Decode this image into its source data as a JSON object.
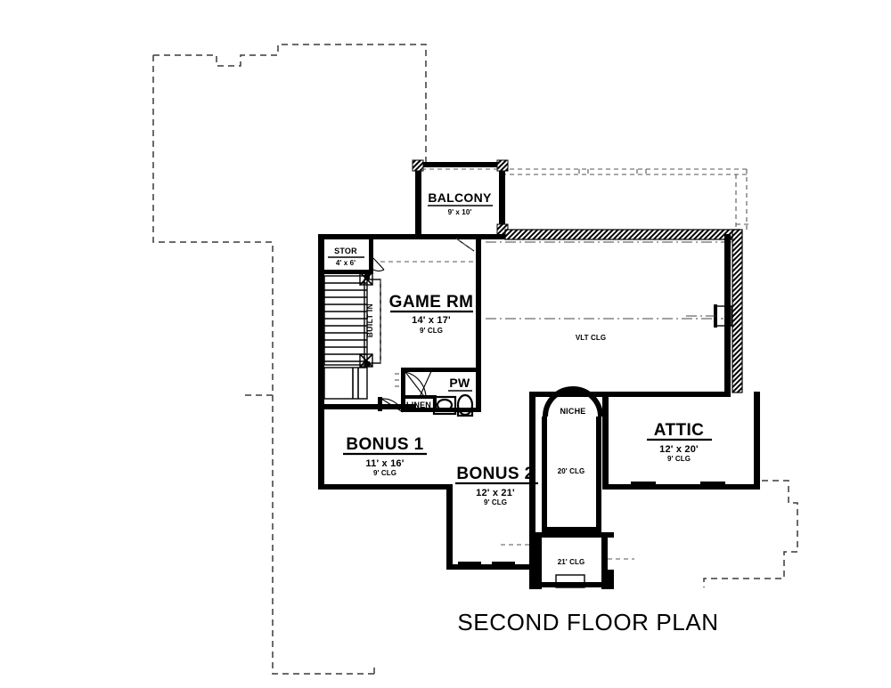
{
  "document": {
    "title": "SECOND FLOOR PLAN",
    "type": "architectural-floor-plan",
    "ink_color": "#000000",
    "background_color": "#ffffff",
    "ghost_line_color": "#3a3a3a"
  },
  "rooms": [
    {
      "key": "balcony",
      "name": "BALCONY",
      "dimensions": "9' x 10'",
      "ceiling": ""
    },
    {
      "key": "stor",
      "name": "STOR",
      "dimensions": "4' x 6'",
      "ceiling": ""
    },
    {
      "key": "game_rm",
      "name": "GAME RM",
      "dimensions": "14' x 17'",
      "ceiling": "9' CLG"
    },
    {
      "key": "bonus_1",
      "name": "BONUS 1",
      "dimensions": "11' x 16'",
      "ceiling": "9' CLG"
    },
    {
      "key": "bonus_2",
      "name": "BONUS 2",
      "dimensions": "12' x 21'",
      "ceiling": "9' CLG"
    },
    {
      "key": "attic",
      "name": "ATTIC",
      "dimensions": "12' x 20'",
      "ceiling": "9' CLG"
    },
    {
      "key": "pw",
      "name": "PW",
      "dimensions": "",
      "ceiling": ""
    }
  ],
  "annotations": {
    "vaulted_ceiling": "VLT CLG",
    "niche": "NICHE",
    "niche_ceiling": "20' CLG",
    "stair_ceiling": "21' CLG",
    "linen": "LINEN",
    "built_in": "BUILT IN"
  },
  "labels": {
    "balcony_name": "BALCONY",
    "balcony_dim": "9' x 10'",
    "stor_name": "STOR",
    "stor_dim": "4' x 6'",
    "game_name": "GAME RM",
    "game_dim": "14' x 17'",
    "game_clg": "9' CLG",
    "bonus1_name": "BONUS 1",
    "bonus1_dim": "11' x 16'",
    "bonus1_clg": "9' CLG",
    "bonus2_name": "BONUS 2",
    "bonus2_dim": "12' x 21'",
    "bonus2_clg": "9' CLG",
    "attic_name": "ATTIC",
    "attic_dim": "12' x 20'",
    "attic_clg": "9' CLG",
    "pw_name": "PW",
    "linen_name": "LINEN",
    "niche_name": "NICHE",
    "niche_clg": "20' CLG",
    "stair_clg": "21' CLG",
    "vlt_clg": "VLT CLG",
    "built_in": "BUILT IN",
    "plan_title": "SECOND FLOOR PLAN"
  }
}
